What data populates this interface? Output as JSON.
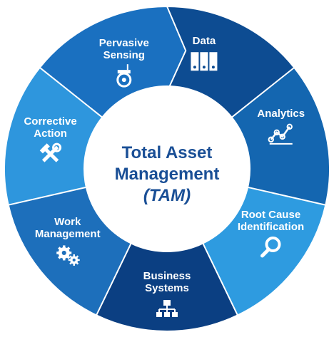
{
  "center": {
    "line1": "Total Asset",
    "line2": "Management",
    "line3": "(TAM)"
  },
  "segments": [
    {
      "id": "data",
      "lines": [
        "Data"
      ],
      "icon": "binders-icon",
      "color": "#0d4c92"
    },
    {
      "id": "analytics",
      "lines": [
        "Analytics"
      ],
      "icon": "line-chart-icon",
      "color": "#1466b0"
    },
    {
      "id": "root-cause",
      "lines": [
        "Root Cause",
        "Identification"
      ],
      "icon": "magnifier-icon",
      "color": "#2e9be0"
    },
    {
      "id": "business-systems",
      "lines": [
        "Business",
        "Systems"
      ],
      "icon": "org-chart-icon",
      "color": "#0b3f82"
    },
    {
      "id": "work-management",
      "lines": [
        "Work",
        "Management"
      ],
      "icon": "gears-icon",
      "color": "#1d6fbb"
    },
    {
      "id": "corrective-action",
      "lines": [
        "Corrective",
        "Action"
      ],
      "icon": "tools-icon",
      "color": "#2e96dd"
    },
    {
      "id": "pervasive-sensing",
      "lines": [
        "Pervasive",
        "Sensing"
      ],
      "icon": "sensor-icon",
      "color": "#1a70c0"
    }
  ]
}
